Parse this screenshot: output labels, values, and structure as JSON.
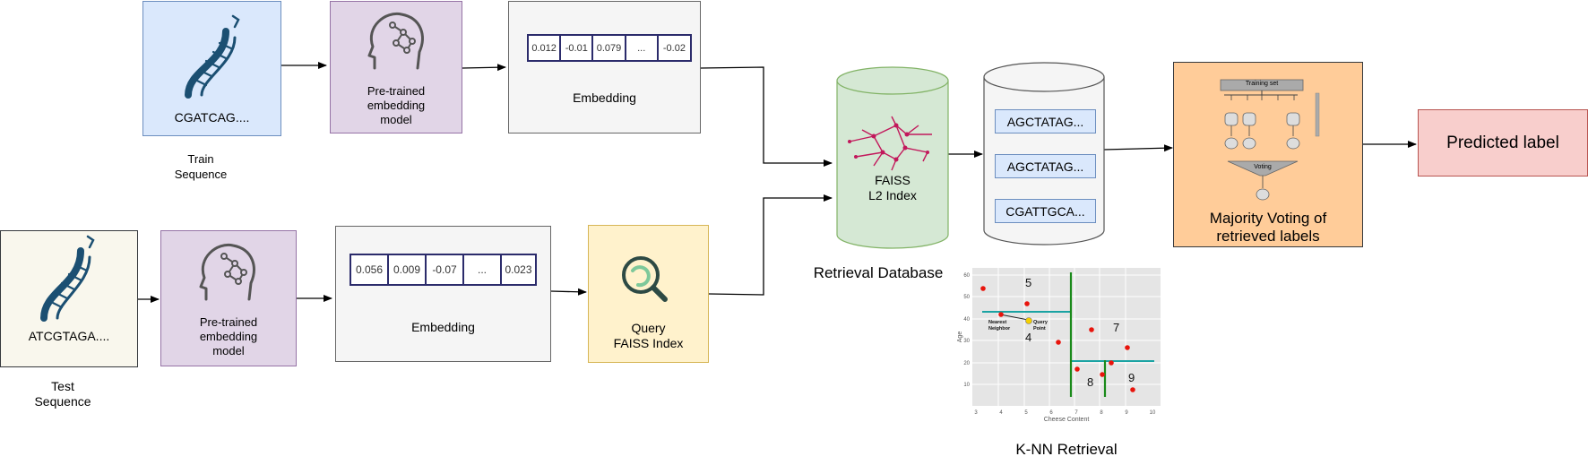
{
  "train": {
    "sequence": "CGATCAG....",
    "caption_line1": "Train",
    "caption_line2": "Sequence",
    "model_line1": "Pre-trained",
    "model_line2": "embedding",
    "model_line3": "model",
    "embedding_label": "Embedding",
    "embedding_values": [
      "0.012",
      "-0.01",
      "0.079",
      "...",
      "-0.02"
    ]
  },
  "test": {
    "sequence": "ATCGTAGA....",
    "caption_line1": "Test",
    "caption_line2": "Sequence",
    "model_line1": "Pre-trained",
    "model_line2": "embedding",
    "model_line3": "model",
    "embedding_label": "Embedding",
    "embedding_values": [
      "0.056",
      "0.009",
      "-0.07",
      "...",
      "0.023"
    ]
  },
  "query": {
    "line1": "Query",
    "line2": "FAISS Index"
  },
  "faiss": {
    "line1": "FAISS",
    "line2": "L2 Index"
  },
  "retrieval_db_label": "Retrieval Database",
  "retrieved": [
    "AGCTATAG...",
    "AGCTATAG...",
    "CGATTGCA..."
  ],
  "voting": {
    "line1": "Majority Voting of",
    "line2": "retrieved labels",
    "training_set": "Training set",
    "voting_text": "Voting"
  },
  "predicted_label": "Predicted label",
  "knn": {
    "caption": "K-NN Retrieval",
    "xlabel": "Cheese Content",
    "ylabel": "Age",
    "nearest_neighbor_line1": "Nearest",
    "nearest_neighbor_line2": "Neighbor",
    "query_point_line1": "Query",
    "query_point_line2": "Point",
    "region_labels": [
      "5",
      "4",
      "7",
      "8",
      "9"
    ],
    "xticks": [
      "3",
      "4",
      "5",
      "6",
      "7",
      "8",
      "9",
      "10"
    ],
    "yticks": [
      "60",
      "50",
      "40",
      "30",
      "20",
      "10"
    ]
  },
  "colors": {
    "train_seq_fill": "#dae8fc",
    "test_seq_fill": "#f9f7ed",
    "model_fill": "#e1d5e7",
    "embedding_fill": "#f5f5f5",
    "query_fill": "#fff2cc",
    "faiss_fill": "#d5e8d4",
    "voting_fill": "#ffcc99",
    "predicted_fill": "#f8cecc",
    "dna": "#1b4f72"
  }
}
